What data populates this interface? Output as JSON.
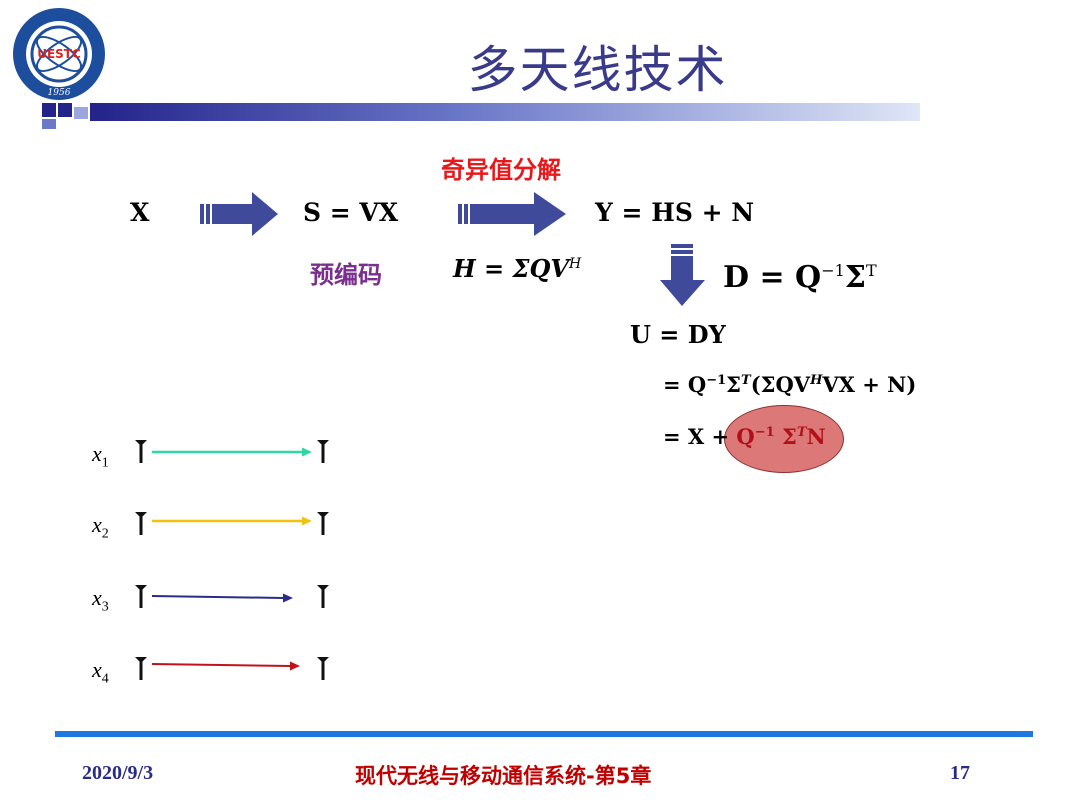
{
  "header": {
    "title": "多天线技术",
    "logo_text": "UESTC",
    "logo_year": "1956"
  },
  "flow": {
    "svd_label": "奇异值分解",
    "precoding_label": "预编码",
    "x": "X",
    "s_eq": "S = VX",
    "y_eq": "Y = HS + N",
    "h_eq": "H = ΣQV",
    "h_sup": "H",
    "d_eq": "D = Q",
    "d_sup1": "−1",
    "d_sigma": "Σ",
    "d_sup2": "T"
  },
  "equations": {
    "u_eq": "U = DY",
    "line2_a": "= Q",
    "line2_sup1": "−1",
    "line2_b": "Σ",
    "line2_sup2": "T",
    "line2_c": "(ΣQV",
    "line2_sup3": "H",
    "line2_d": "VX + N)",
    "line3_a": "= X +",
    "line3_b": "Q",
    "line3_sup1": "−1",
    "line3_c": " Σ",
    "line3_sup2": "T",
    "line3_d": "N"
  },
  "streams": [
    {
      "label": "x",
      "sub": "1",
      "color": "#2fd6a8"
    },
    {
      "label": "x",
      "sub": "2",
      "color": "#f2c20f"
    },
    {
      "label": "x",
      "sub": "3",
      "color": "#2b2b8a"
    },
    {
      "label": "x",
      "sub": "4",
      "color": "#c0141a"
    }
  ],
  "colors": {
    "title": "#3a3a8a",
    "arrow": "#3f4a9a",
    "highlight_fill": "#dc7878",
    "highlight_text": "#b0101a",
    "footer_line": "#1f78e0",
    "footer_text": "#c00000"
  },
  "footer": {
    "date": "2020/9/3",
    "course": "现代无线与移动通信系统-第5章",
    "page": "17"
  }
}
